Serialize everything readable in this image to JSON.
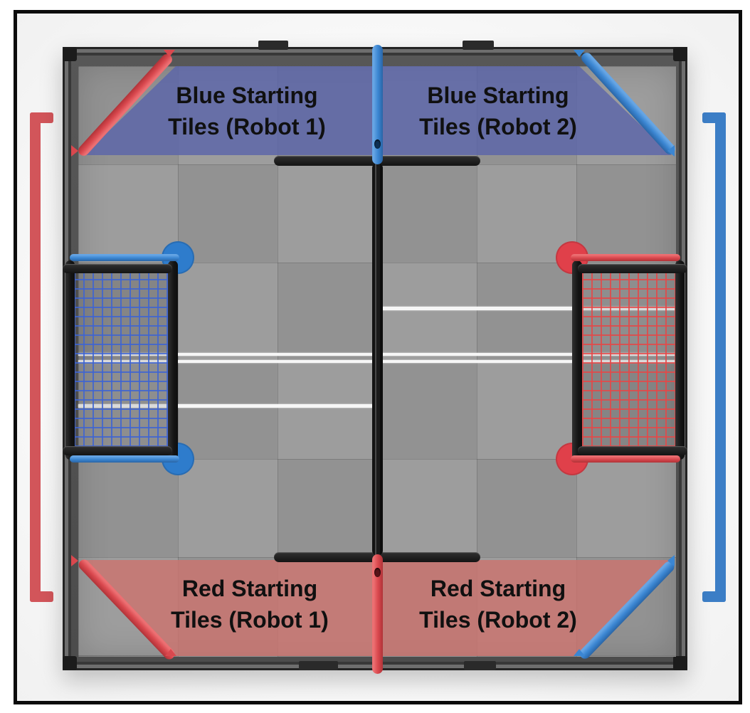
{
  "zones": {
    "blue_robot1": {
      "line1": "Blue Starting",
      "line2": "Tiles (Robot 1)"
    },
    "blue_robot2": {
      "line1": "Blue Starting",
      "line2": "Tiles (Robot 2)"
    },
    "red_robot1": {
      "line1": "Red Starting",
      "line2": "Tiles (Robot 1)"
    },
    "red_robot2": {
      "line1": "Red Starting",
      "line2": "Tiles (Robot 2)"
    }
  },
  "colors": {
    "blue_zone_overlay": "#6a72a9",
    "red_zone_overlay": "#c47b76",
    "blue_element": "#3b86d2",
    "red_element": "#d9484e",
    "blue_side_bar": "#3c7ec6",
    "red_side_bar": "#d2555a",
    "barrier_black": "#1a1a1a",
    "tile_gray": "#979797",
    "tape_white": "#f6f6f6",
    "label_text": "#101010"
  }
}
